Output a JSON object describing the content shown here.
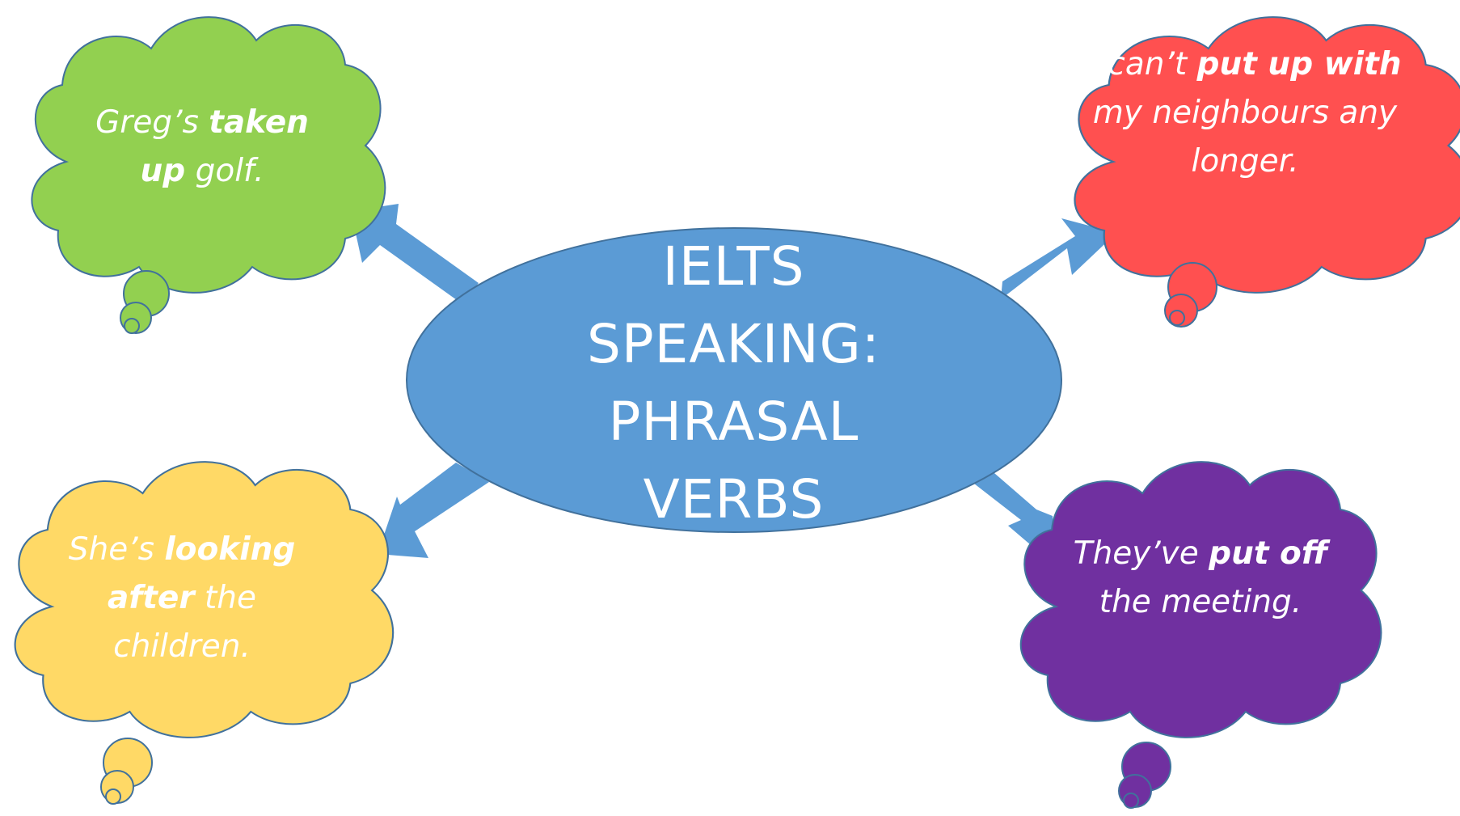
{
  "center": {
    "lines": [
      "IELTS",
      "SPEAKING:",
      "PHRASAL",
      "VERBS"
    ],
    "color": "#5B9BD5"
  },
  "clouds": {
    "green": {
      "color": "#92D050",
      "parts": [
        {
          "text": "Greg’s ",
          "bold": false
        },
        {
          "text": "taken up",
          "bold": true
        },
        {
          "text": " golf.",
          "bold": false
        }
      ]
    },
    "red": {
      "color": "#FF5050",
      "parts": [
        {
          "text": "I can’t ",
          "bold": false
        },
        {
          "text": "put up with",
          "bold": true
        },
        {
          "text": " my neighbours any longer.",
          "bold": false
        }
      ]
    },
    "yellow": {
      "color": "#FFD966",
      "parts": [
        {
          "text": "She’s ",
          "bold": false
        },
        {
          "text": "looking after",
          "bold": true
        },
        {
          "text": " the children.",
          "bold": false
        }
      ]
    },
    "purple": {
      "color": "#7030A0",
      "parts": [
        {
          "text": "They’ve ",
          "bold": false
        },
        {
          "text": "put off",
          "bold": true
        },
        {
          "text": " the meeting.",
          "bold": false
        }
      ]
    }
  },
  "arrow_color": "#5B9BD5",
  "outline_color": "#41719C"
}
